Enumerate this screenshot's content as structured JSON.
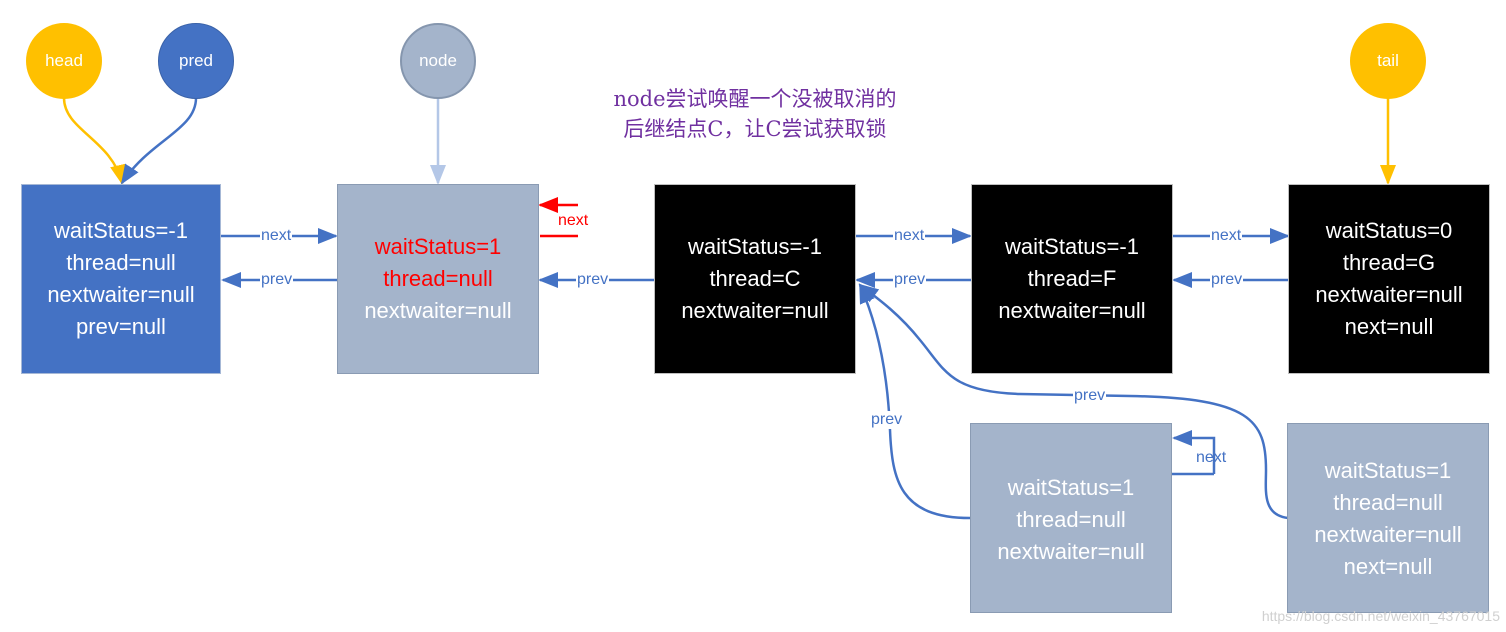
{
  "pointers": [
    {
      "id": "head",
      "label": "head",
      "color": "#ffc000"
    },
    {
      "id": "pred",
      "label": "pred",
      "color": "#4472c4"
    },
    {
      "id": "node",
      "label": "node",
      "color": "#a4b4cb"
    },
    {
      "id": "tail",
      "label": "tail",
      "color": "#ffc000"
    }
  ],
  "annotation": {
    "line1": "node尝试唤醒一个没被取消的",
    "line2": "后继结点C，让C尝试获取锁",
    "color": "#7030a0"
  },
  "nodes": [
    {
      "id": "head-node",
      "style": "blue",
      "lines": [
        "waitStatus=-1",
        "thread=null",
        "nextwaiter=null",
        "prev=null"
      ],
      "red_lines": []
    },
    {
      "id": "node-node",
      "style": "grey",
      "lines": [
        "waitStatus=1",
        "thread=null",
        "nextwaiter=null"
      ],
      "red_lines": [
        0,
        1
      ]
    },
    {
      "id": "c-node",
      "style": "black",
      "lines": [
        "waitStatus=-1",
        "thread=C",
        "nextwaiter=null"
      ],
      "red_lines": []
    },
    {
      "id": "f-node",
      "style": "black",
      "lines": [
        "waitStatus=-1",
        "thread=F",
        "nextwaiter=null"
      ],
      "red_lines": []
    },
    {
      "id": "g-node",
      "style": "black",
      "lines": [
        "waitStatus=0",
        "thread=G",
        "nextwaiter=null",
        "next=null"
      ],
      "red_lines": []
    },
    {
      "id": "cancelled-node-1",
      "style": "grey",
      "lines": [
        "waitStatus=1",
        "thread=null",
        "nextwaiter=null"
      ],
      "red_lines": []
    },
    {
      "id": "cancelled-node-2",
      "style": "grey",
      "lines": [
        "waitStatus=1",
        "thread=null",
        "nextwaiter=null",
        "next=null"
      ],
      "red_lines": []
    }
  ],
  "edge_labels": {
    "next": "next",
    "prev": "prev"
  },
  "colors": {
    "link": "#4472c4",
    "highlight": "#ff0000",
    "pointer_yellow": "#ffc000",
    "node_pointer_arrow": "#b4c7e7"
  },
  "watermark": "https://blog.csdn.net/weixin_43767015"
}
